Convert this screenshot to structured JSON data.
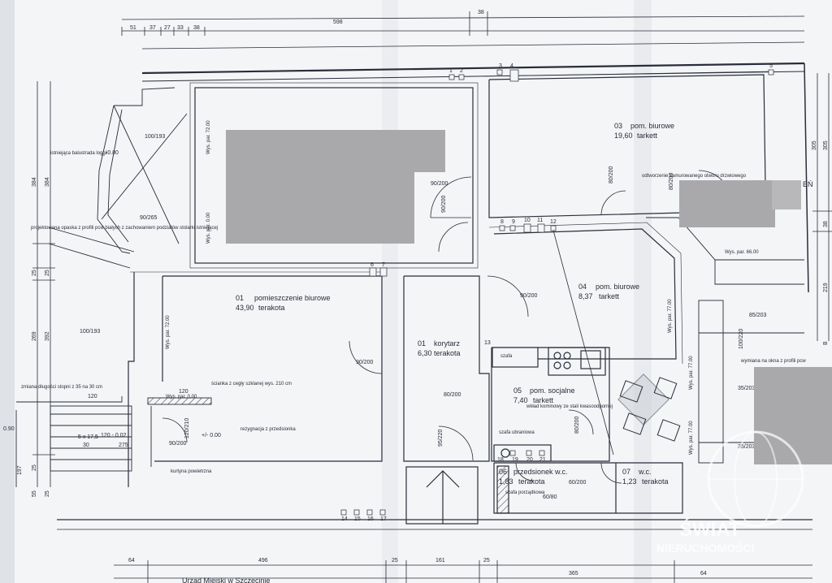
{
  "rooms": [
    {
      "no": "01",
      "name": "pomieszczenie biurowe",
      "area": "43,90",
      "floor": "terakota"
    },
    {
      "no": "01",
      "name": "korytarz",
      "area": "6,30",
      "floor": "terakota"
    },
    {
      "no": "03",
      "name": "pom. biurowe",
      "area": "19,60",
      "floor": "tarkett"
    },
    {
      "no": "04",
      "name": "pom. biurowe",
      "area": "8,37",
      "floor": "tarkett"
    },
    {
      "no": "05",
      "name": "pom. socjalne",
      "area": "7,40",
      "floor": "tarkett"
    },
    {
      "no": "06",
      "name": "przedsionek w.c.",
      "area": "1,83",
      "floor": "terakota"
    },
    {
      "no": "07",
      "name": "w.c.",
      "area": "1,23",
      "floor": "terakota"
    }
  ],
  "dims_top": [
    "51",
    "37",
    "27",
    "33",
    "38",
    "598",
    "38"
  ],
  "dims_bottom": [
    "64",
    "496",
    "25",
    "161",
    "25",
    "365",
    "64"
  ],
  "dims_left": [
    "384",
    "384",
    "25",
    "25",
    "269",
    "392",
    "197",
    "25",
    "55",
    "25",
    "0.90"
  ],
  "dims_right": [
    "305",
    "305",
    "38",
    "219",
    "B"
  ],
  "openings": [
    "100/193",
    "90/265",
    "100/193",
    "90/200",
    "90/200",
    "90/200",
    "80/200",
    "80/200",
    "90/200",
    "95/220",
    "80/200",
    "60/200",
    "60/80",
    "85/203",
    "35/203",
    "35/203",
    "100/220",
    "120/210",
    "90/200",
    "80/200"
  ],
  "notes": {
    "balustrade": "istniejąca balustrada loggii",
    "window_sill": "projektowana opaska z profili pcw białych z zachowaniem podziałów stolarki istniejącej",
    "stairs_note": "zmiana długości stopni z 35 na 30 cm",
    "glass_wall": "ścianka z cegły szklanej wys. 210 cm",
    "resignation": "rezygnacja z przedsionka",
    "air_curtain": "kurtyna powietrzna",
    "window_swap": "wymiana na okna z profili pcw",
    "opening": "odtworzenie zamurowanego otworu drzwiowego",
    "chimney": "wkład kominowy ze stali kwasoodpornej",
    "wardrobe": "szafa ubraniowa",
    "cleaning": "szafa porządkowa",
    "kitchen": "szafa",
    "parapet_a": "Wys. par. 72.00",
    "parapet_b": "Wys. par. 0.00",
    "parapet_c": "Wys. par. 66.00",
    "parapet_d": "Wys. par. 77.00",
    "stairs": "5 x 17,5",
    "stairs_b": "30",
    "level_a": "120 - 0.02",
    "level_b": "+/- 0.00",
    "level_c": "-0.80",
    "dim_275": "275",
    "dim_120": "120",
    "stamp": "Urząd Miejski w Szczecinie",
    "partial": "EŃ"
  },
  "watermark": {
    "line1": "ŚWIAT",
    "line2": "NIERUCHOMOŚCI"
  },
  "tags": [
    "1",
    "2",
    "3",
    "4",
    "5",
    "6",
    "7",
    "8",
    "9",
    "10",
    "11",
    "12",
    "13",
    "14",
    "15",
    "16",
    "17",
    "18",
    "19",
    "20",
    "21"
  ],
  "colors": {
    "ink": "#2a2c3a",
    "paper": "#f3f5f7",
    "redaction": "#a9a9ab",
    "watermark": "#ffffff"
  }
}
